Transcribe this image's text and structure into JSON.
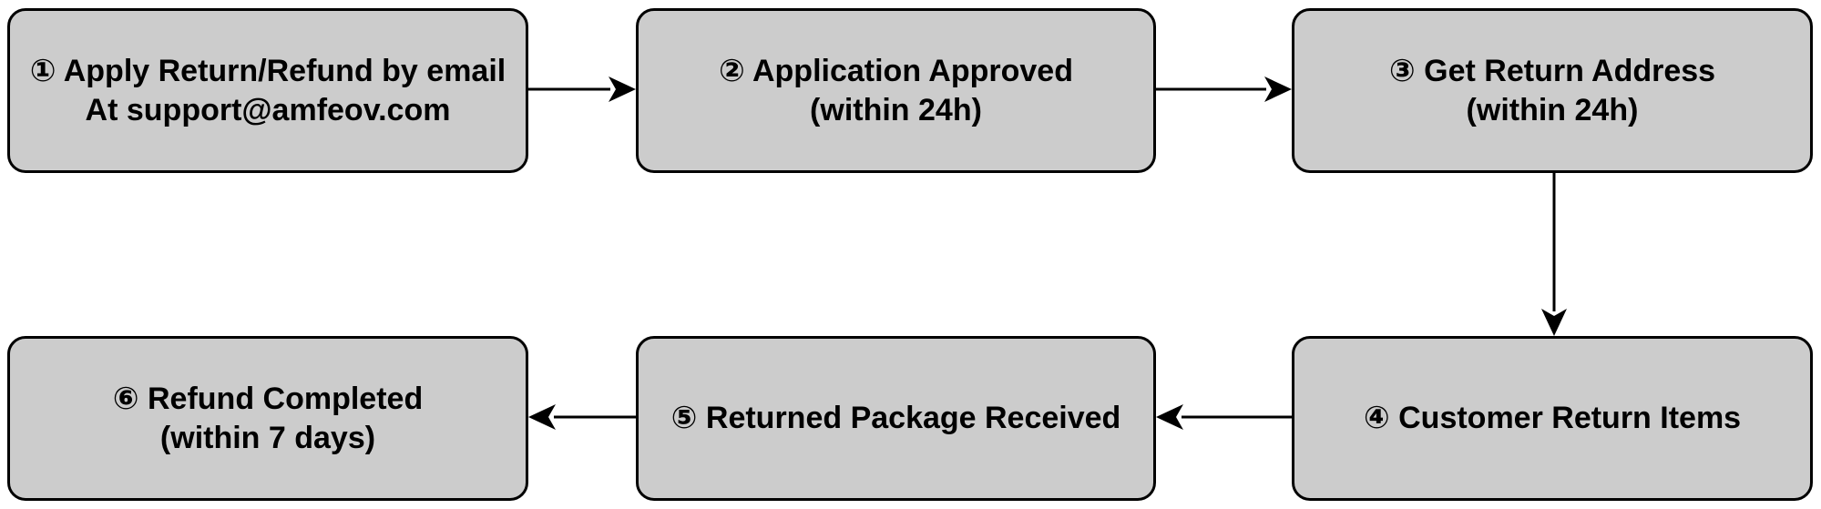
{
  "steps": [
    {
      "id": "step-1",
      "lines": [
        "① Apply Return/Refund by email",
        "At support@amfeov.com"
      ]
    },
    {
      "id": "step-2",
      "lines": [
        "② Application Approved",
        "(within 24h)"
      ]
    },
    {
      "id": "step-3",
      "lines": [
        "③ Get Return Address",
        "(within 24h)"
      ]
    },
    {
      "id": "step-4",
      "lines": [
        "④ Customer Return Items"
      ]
    },
    {
      "id": "step-5",
      "lines": [
        "⑤ Returned Package Received"
      ]
    },
    {
      "id": "step-6",
      "lines": [
        "⑥ Refund Completed",
        "(within 7 days)"
      ]
    }
  ],
  "colors": {
    "box_fill": "#cccccc",
    "box_stroke": "#000000",
    "arrow": "#000000",
    "background": "#ffffff"
  },
  "connections": [
    {
      "from": "step-1",
      "to": "step-2"
    },
    {
      "from": "step-2",
      "to": "step-3"
    },
    {
      "from": "step-3",
      "to": "step-4"
    },
    {
      "from": "step-4",
      "to": "step-5"
    },
    {
      "from": "step-5",
      "to": "step-6"
    }
  ]
}
